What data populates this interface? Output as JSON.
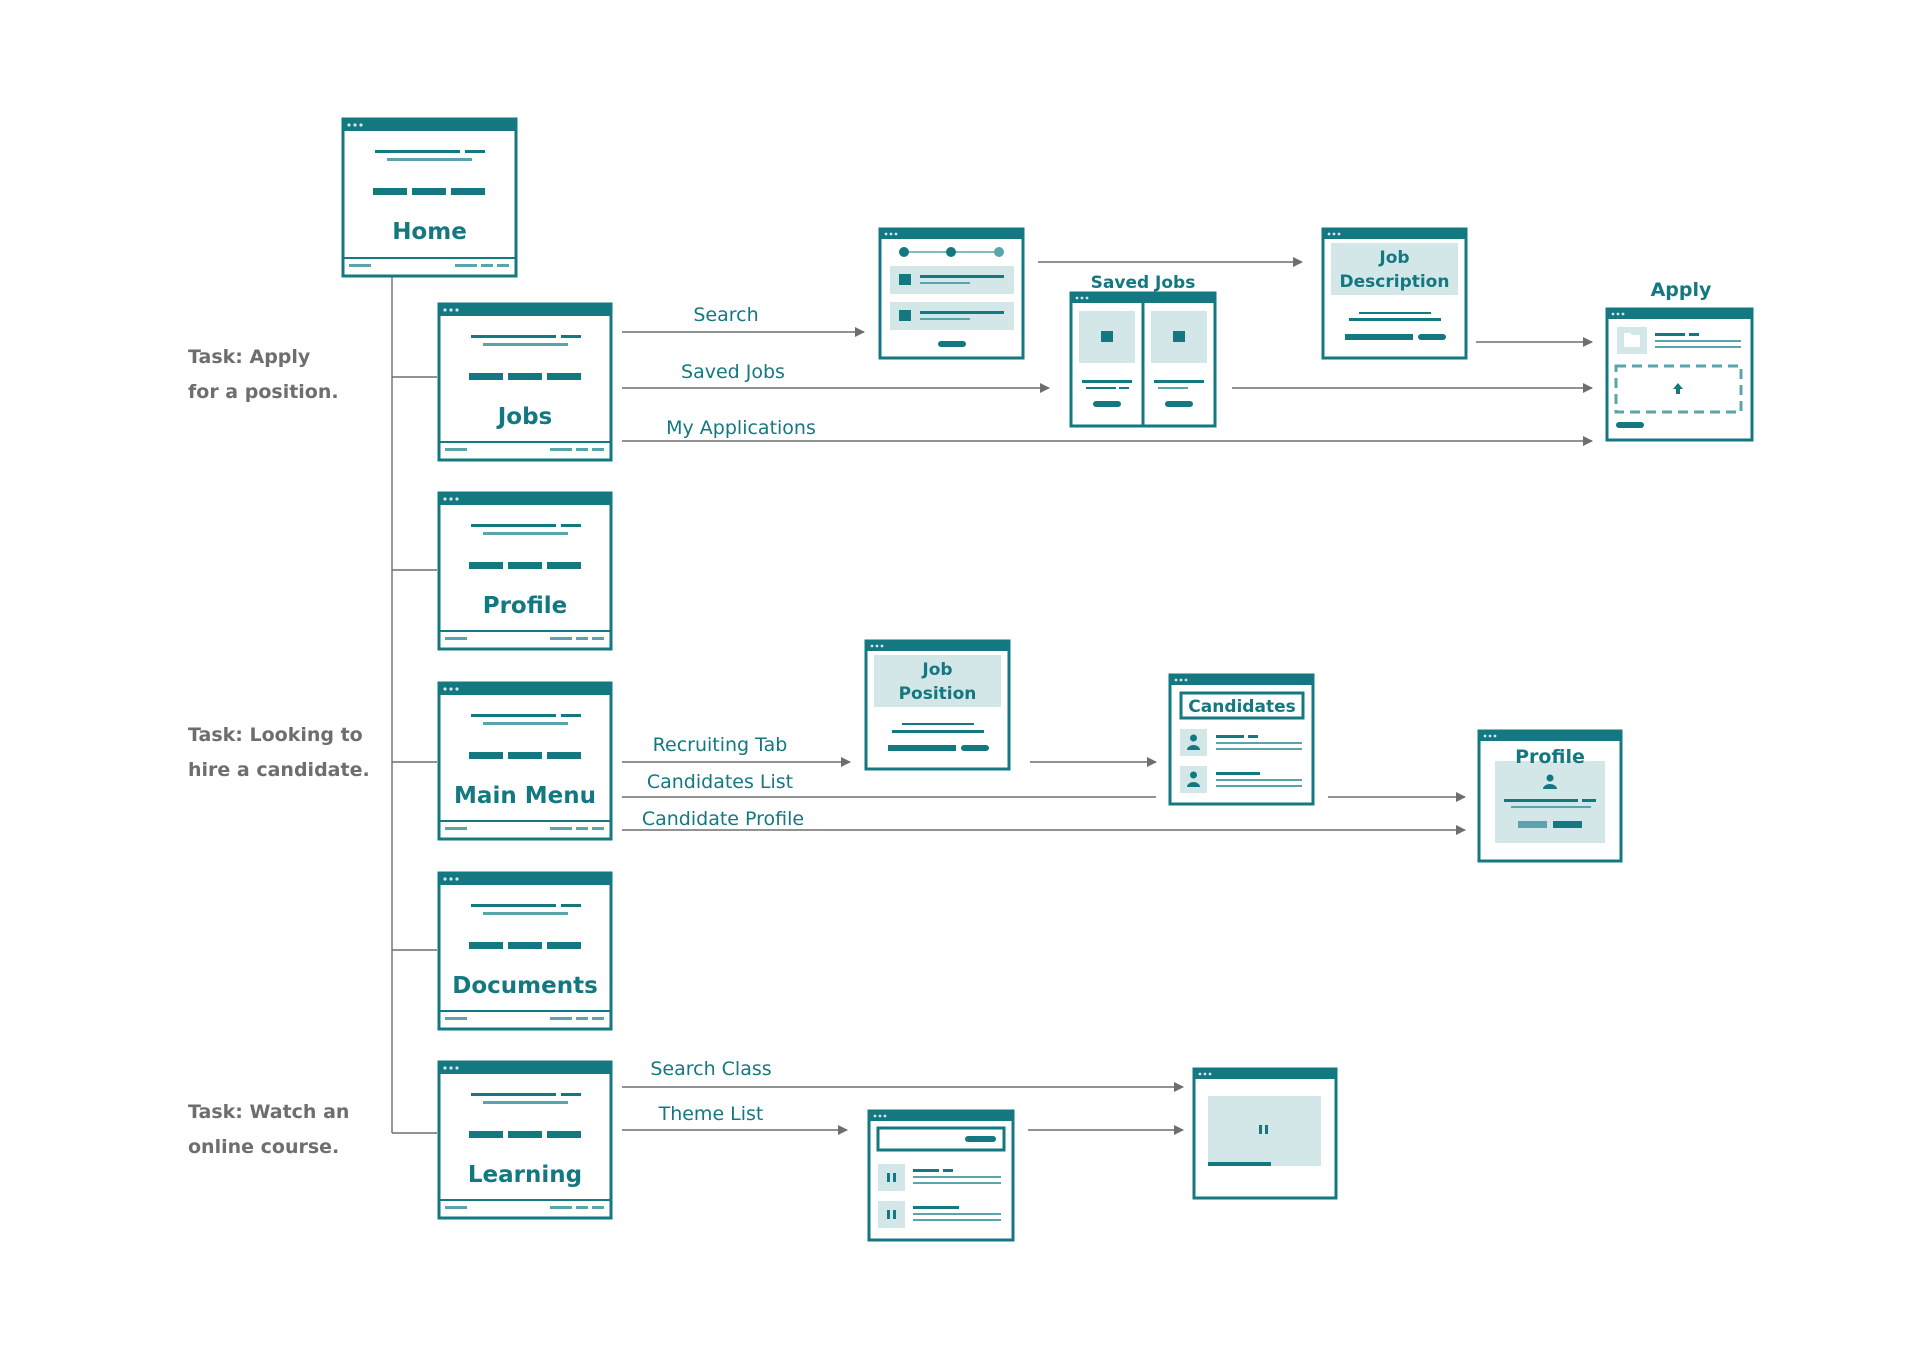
{
  "colors": {
    "primary": "#137880",
    "light": "#d3e7e8",
    "mid": "#5aa5ab",
    "connector": "#6e6e6e",
    "task_text": "#6e6e6e"
  },
  "tasks": [
    {
      "lines": [
        "Task: Apply",
        "for a position."
      ]
    },
    {
      "lines": [
        "Task: Looking to",
        "hire a candidate."
      ]
    },
    {
      "lines": [
        "Task: Watch an",
        "online course."
      ]
    }
  ],
  "nav_pages": {
    "home": "Home",
    "jobs": "Jobs",
    "profile": "Profile",
    "main_menu": "Main Menu",
    "documents": "Documents",
    "learning": "Learning"
  },
  "flow_labels": {
    "search": "Search",
    "saved_jobs": "Saved Jobs",
    "my_applications": "My Applications",
    "recruiting_tab": "Recruiting Tab",
    "candidates_list": "Candidates List",
    "candidate_profile": "Candidate Profile",
    "search_class": "Search Class",
    "theme_list": "Theme List"
  },
  "screens": {
    "saved_jobs_title": "Saved Jobs",
    "job_description": [
      "Job",
      "Description"
    ],
    "apply_title": "Apply",
    "job_position": [
      "Job",
      "Position"
    ],
    "candidates_header": "Candidates",
    "profile_title": "Profile"
  }
}
